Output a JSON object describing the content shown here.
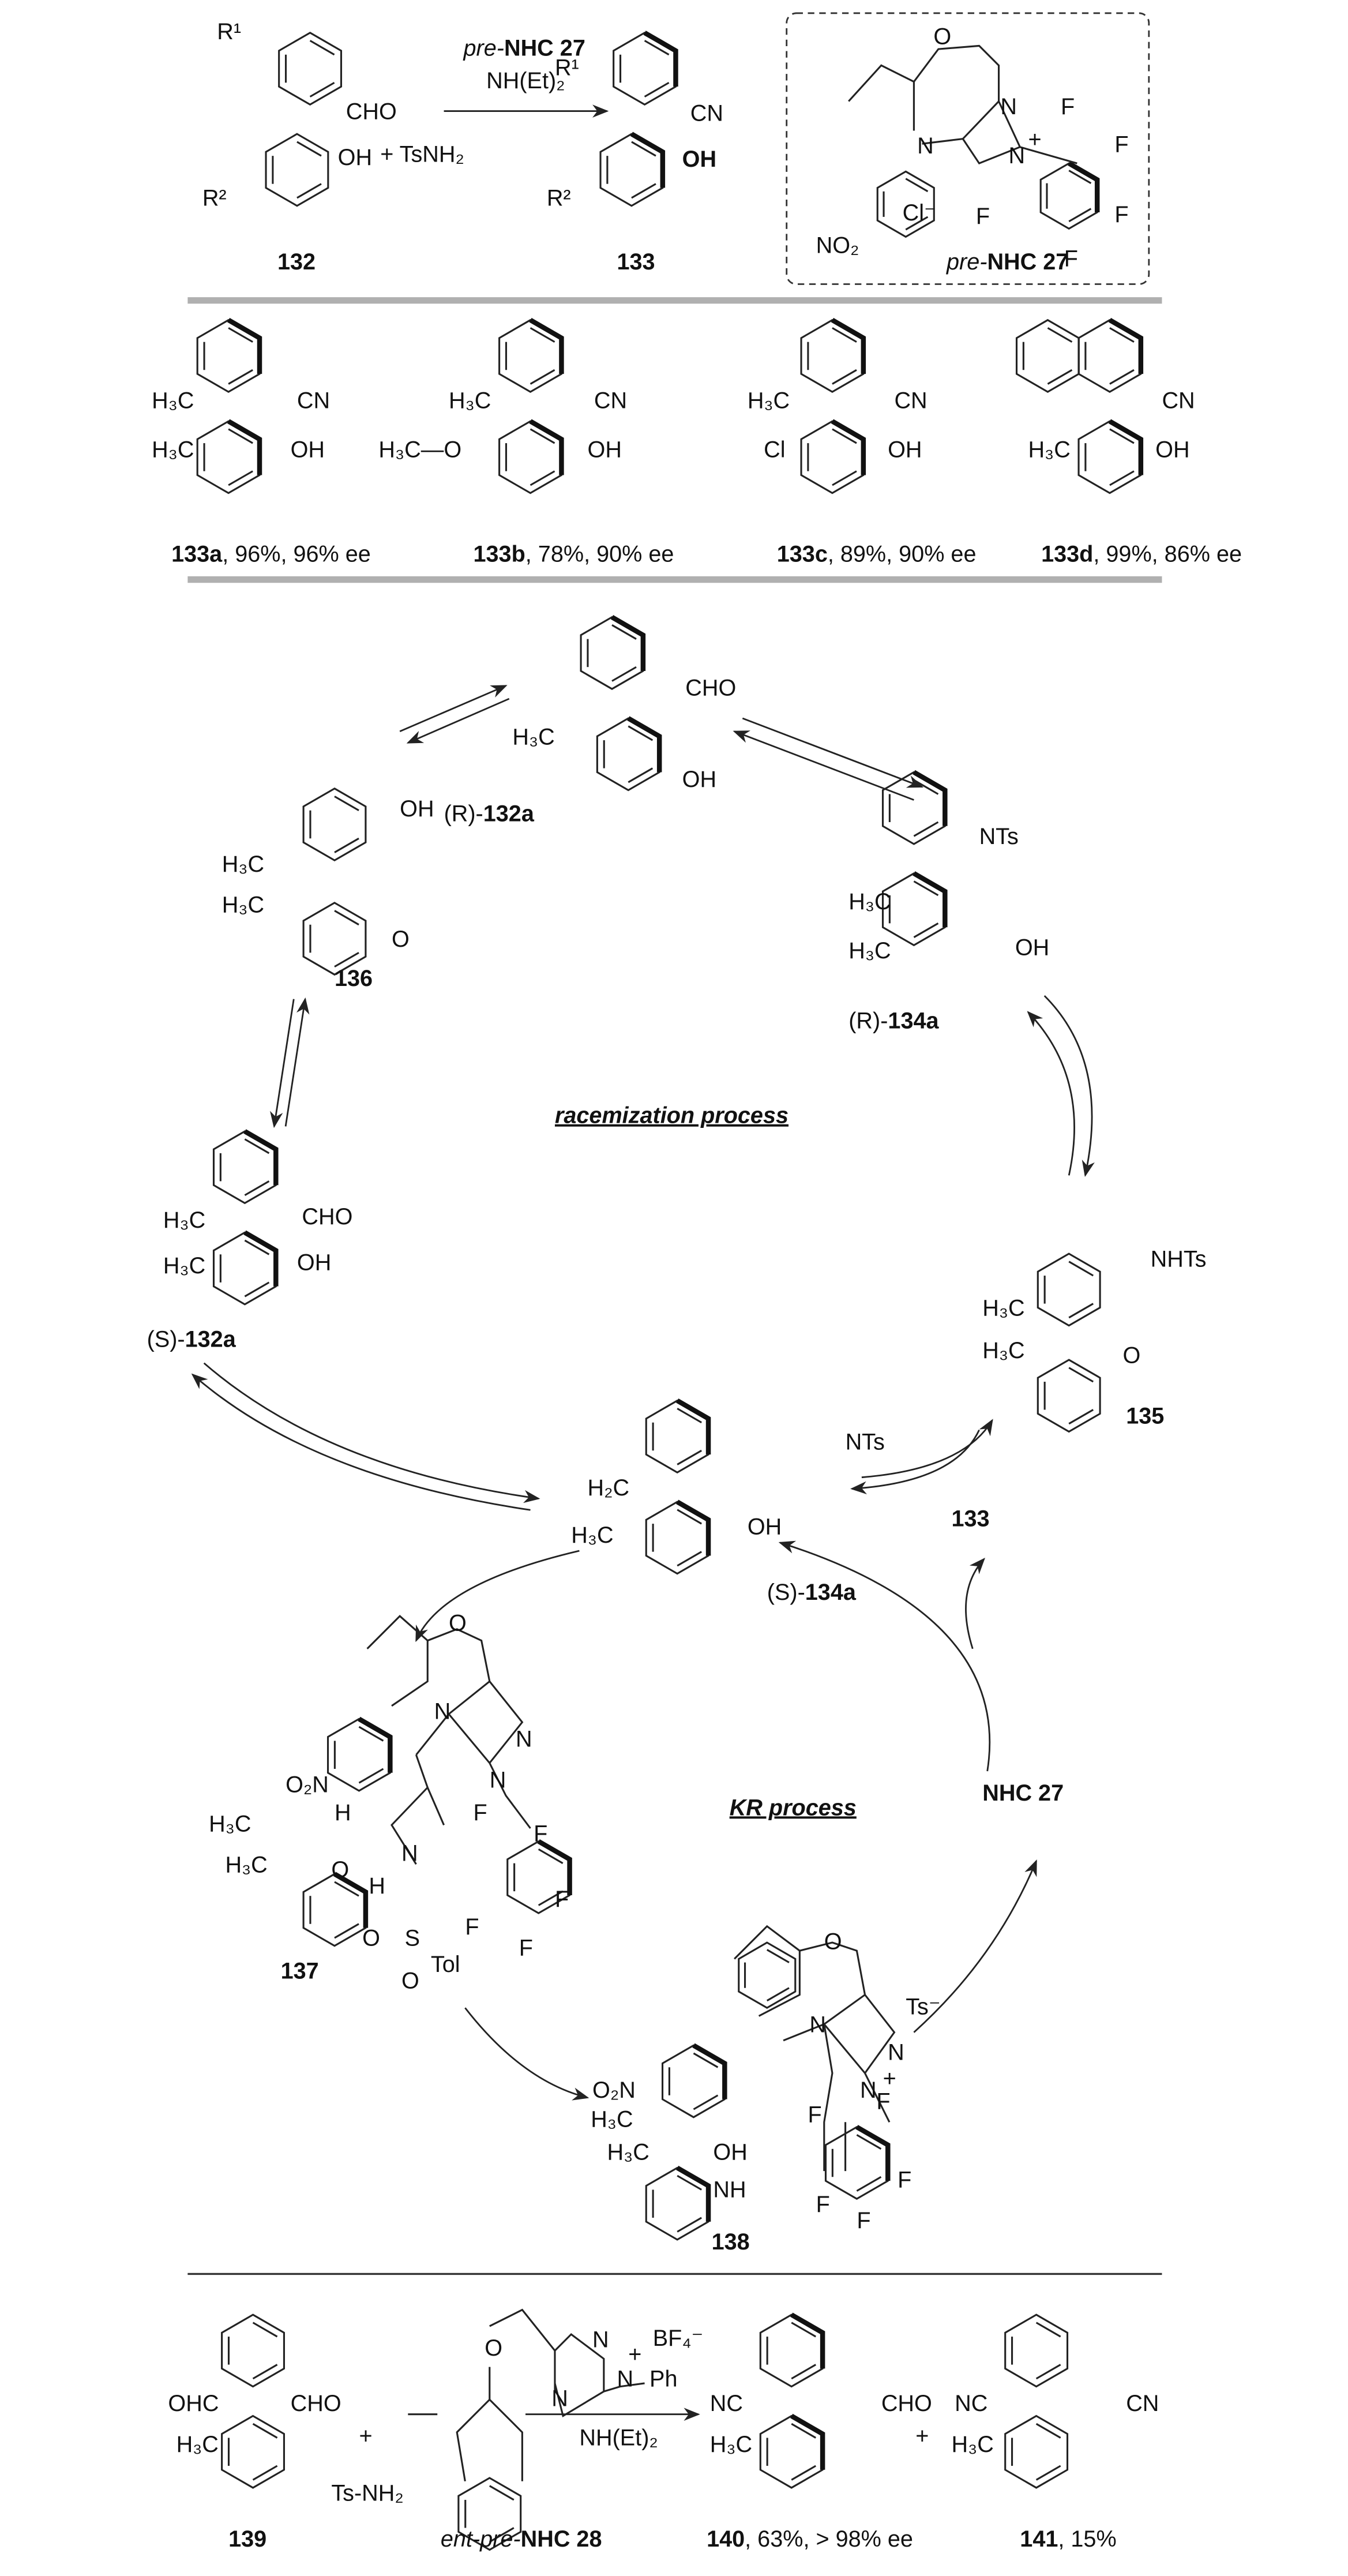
{
  "top_reaction": {
    "reactant": {
      "r1": "R¹",
      "r2": "R²",
      "cho": "CHO",
      "oh": "OH",
      "label": "132"
    },
    "reagent": "+ TsNH₂",
    "conditions": {
      "catalyst_prefix": "pre-",
      "catalyst": "NHC 27",
      "base": "NH(Et)₂"
    },
    "product": {
      "r1": "R¹",
      "r2": "R²",
      "cn": "CN",
      "oh": "OH",
      "label": "133"
    },
    "catalyst_box": {
      "o": "O",
      "n1": "N",
      "n2": "N",
      "n3": "N",
      "plus": "+",
      "f": "F",
      "no2": "NO₂",
      "counterion": "Cl⁻",
      "label_prefix": "pre-",
      "label": "NHC 27"
    }
  },
  "substrate_scope": [
    {
      "r_top": "H₃C",
      "r_bottom": "H₃C",
      "cn": "CN",
      "oh": "OH",
      "compound": "133a",
      "result": ", 96%, 96% ee"
    },
    {
      "r_top": "H₃C",
      "r_bottom": "H₃C—O",
      "cn": "CN",
      "oh": "OH",
      "compound": "133b",
      "result": ", 78%, 90% ee"
    },
    {
      "r_top": "H₃C",
      "r_bottom": "Cl",
      "cn": "CN",
      "oh": "OH",
      "compound": "133c",
      "result": ", 89%, 90% ee"
    },
    {
      "r_top": "",
      "r_bottom": "H₃C",
      "cn": "CN",
      "oh": "OH",
      "compound": "133d",
      "result": ", 99%, 86% ee"
    }
  ],
  "cycle": {
    "racemization_label": "racemization process",
    "kr_label": "KR process",
    "r_132a": {
      "me1": "H₃C",
      "cho": "CHO",
      "oh": "OH",
      "config": "(R)-",
      "label": "132a"
    },
    "r_134a": {
      "nts": "NTs",
      "me1": "H₃C",
      "me2": "H₃C",
      "oh": "OH",
      "config": "(R)-",
      "label": "134a"
    },
    "c136": {
      "oh": "OH",
      "me1": "H₃C",
      "me2": "H₃C",
      "o": "O",
      "label": "136"
    },
    "s_132a": {
      "me1": "H₃C",
      "me2": "H₃C",
      "cho": "CHO",
      "oh": "OH",
      "config": "(S)-",
      "label": "132a"
    },
    "c135": {
      "nhts": "NHTs",
      "me1": "H₃C",
      "me2": "H₃C",
      "o": "O",
      "label": "135"
    },
    "s_134a": {
      "nts": "NTs",
      "me1": "H₂C",
      "me2": "H₃C",
      "oh": "OH",
      "config": "(S)-",
      "label": "134a"
    },
    "product_out": "133",
    "catalyst": "NHC 27",
    "c137": {
      "o2n": "O₂N",
      "me1": "H₃C",
      "me2": "H₃C",
      "o_ring": "O",
      "oh_o": "O",
      "h1": "H",
      "h2": "H",
      "n_amide": "N",
      "n_ring1": "N",
      "n_ring2": "N",
      "n_ring3": "N",
      "s": "S",
      "o1": "O",
      "o2": "O",
      "tol": "Tol",
      "f": "F",
      "label": "137"
    },
    "c138": {
      "o2n": "O₂N",
      "me1": "H₃C",
      "me2": "H₃C",
      "oh": "OH",
      "nh": "NH",
      "o_ring": "O",
      "n1": "N",
      "n2": "N",
      "n3": "N",
      "plus": "+",
      "counterion": "Ts⁻",
      "f": "F",
      "label": "138"
    }
  },
  "bottom_reaction": {
    "reactant": {
      "cho_left": "OHC",
      "cho_right": "CHO",
      "me": "H₃C",
      "label": "139"
    },
    "plus": "+",
    "reagent": "Ts-NH₂",
    "catalyst": {
      "o": "O",
      "n1": "N",
      "n2": "N",
      "n3": "N",
      "plus": "+",
      "ph": "Ph",
      "counterion": "BF₄⁻",
      "label_prefix": "ent-pre-",
      "label": "NHC 28"
    },
    "base": "NH(Et)₂",
    "product1": {
      "cn": "NC",
      "cho": "CHO",
      "me": "H₃C",
      "compound": "140",
      "result": ", 63%, > 98% ee"
    },
    "product2": {
      "cn_left": "NC",
      "cn_right": "CN",
      "me": "H₃C",
      "compound": "141",
      "result": ", 15%"
    }
  },
  "colors": {
    "separator": "#b0b0b0",
    "ink": "#111111"
  }
}
